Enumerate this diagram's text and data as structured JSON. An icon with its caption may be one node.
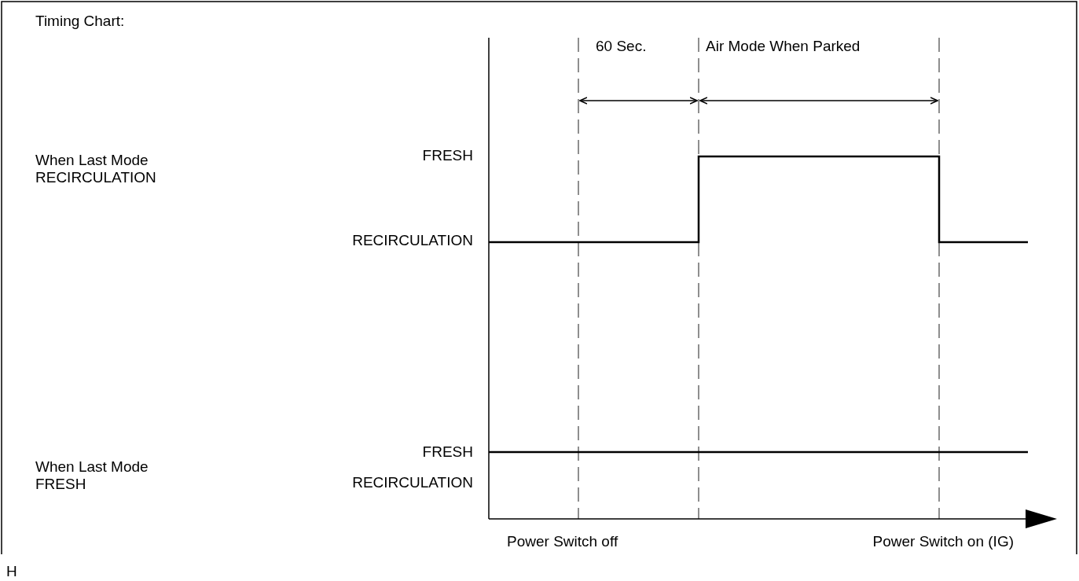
{
  "diagram": {
    "title": "Timing Chart:",
    "labels": [
      "60 Sec.",
      "Air Mode When Parked",
      "When Last Mode RECIRCULATION",
      "FRESH",
      "RECIRCULATION",
      "When Last Mode FRESH",
      "FRESH",
      "RECIRCULATION",
      "Power Switch off",
      "Power Switch on (IG)",
      "H"
    ]
  }
}
